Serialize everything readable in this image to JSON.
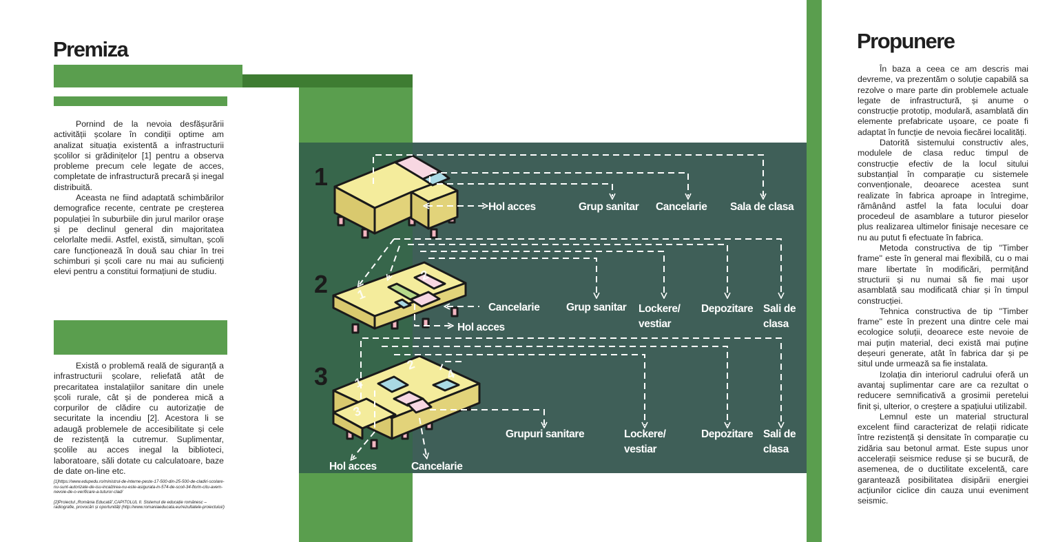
{
  "left": {
    "title": "Premiza",
    "paragraphs_1": [
      "Pornind de la nevoia desfășurării activității școlare în condiții optime am analizat situația existentă a infrastructurii școlilor si grădinițelor [1] pentru a observa probleme precum cele legate de acces, completate de infrastructură precară și inegal distribuită.",
      "Aceasta ne fiind adaptată schimbărilor demografice recente, centrate pe creșterea populației în suburbiile din jurul marilor orașe și pe declinul general din majoritatea celorlalte medii. Astfel, există, simultan, școli care funcționează în două sau chiar în trei schimburi și școli care nu mai au suficienți elevi pentru a constitui formațiuni de studiu."
    ],
    "paragraphs_2": [
      "Există o problemă reală de siguranță a infrastructurii școlare, reliefată atât de precaritatea instalațiilor sanitare din unele școli rurale, cât și de ponderea mică a corpurilor de clădire cu autorizație de securitate la incendiu [2]. Acestora li se adaugă problemele de accesibilitate și cele de rezistență la cutremur. Suplimentar, școlile au acces inegal la biblioteci, laboratoare, săli dotate cu calculatoare, baze de date on-line etc."
    ],
    "footnotes": [
      "[1]https://www.edupedu.ro/ministrul-de-interne-peste-17-500-din-25-500-de-cladiri-scolare-nu-sunt-autorizate-de-isu-incalzirea-nu-este-asigurata-in-574-de-scoli-34-florin-citu-avem-nevoie-de-o-verificare-a-tuturor-clad/",
      "[2]Proiectul „România Educată”,CAPITOLUL II. Sistemul de educație românesc – radiografie, provocări și oportunități (http://www.romaniaeducata.eu/rezultatele-proiectului/)"
    ]
  },
  "right": {
    "title": "Propunere",
    "paragraphs": [
      "În baza a ceea ce am descris mai devreme, va prezentăm o soluție capabilă sa rezolve o mare parte din problemele actuale legate de infrastructură, și anume o construcție prototip, modulară, asamblată din elemente prefabricate ușoare, ce poate fi adaptat în funcție de nevoia fiecărei localități.",
      "Datorită sistemului constructiv ales, modulele de clasa reduc timpul de construcție efectiv de la locul sitului substanțial în comparație cu sistemele convenționale, deoarece acestea sunt realizate în fabrica aproape in întregime, rămânând astfel la fata locului doar procedeul de asamblare a tuturor pieselor plus realizarea ultimelor finisaje necesare ce nu au putut fi efectuate în fabrica.",
      "Metoda constructiva de tip ''Timber frame'' este în general mai flexibilă, cu o mai mare libertate în modificări, permițând structurii și nu numai să fie mai ușor asamblată sau modificată chiar și în timpul construcției.",
      "Tehnica constructiva de tip ''Timber frame'' este în prezent una dintre cele mai ecologice soluții, deoarece este nevoie de mai puțin material, deci există mai puține deșeuri generate, atât în fabrica dar și pe situl unde urmează sa fie instalata.",
      "Izolația din interiorul cadrului oferă un avantaj suplimentar care are ca rezultat o reducere semnificativă a grosimii peretelui finit și, ulterior, o creștere a spațiului utilizabil.",
      "Lemnul este un material structural excelent fiind caracterizat de relații ridicate între rezistență și densitate în comparație cu zidăria sau betonul armat. Este supus unor accelerații seismice reduse și se bucură, de asemenea, de o ductilitate excelentă, care garantează posibilitatea disipării energiei acțiunilor ciclice din cauza unui eveniment seismic."
    ]
  },
  "diagram": {
    "rows": [
      {
        "number": "1",
        "labels": [
          "Hol acces",
          "Grup sanitar",
          "Cancelarie",
          "Sala de clasa"
        ],
        "module_numbers": []
      },
      {
        "number": "2",
        "labels": [
          "Cancelarie",
          "Hol acces",
          "Grup sanitar",
          "Lockere/",
          "vestiar",
          "Depozitare",
          "Sali de",
          "clasa"
        ],
        "module_numbers": [
          "1",
          "2"
        ]
      },
      {
        "number": "3",
        "labels": [
          "Grupuri sanitare",
          "Lockere/",
          "vestiar",
          "Depozitare",
          "Sali de",
          "clasa",
          "Hol acces",
          "Cancelarie"
        ],
        "module_numbers": [
          "1",
          "2",
          "3",
          "4"
        ]
      }
    ]
  },
  "colors": {
    "green": "#5a9e4e",
    "dark_teal": "#3f5f58",
    "module_yellow": "#efe28a",
    "module_pink": "#f7d7e2",
    "module_blue": "#a9d9e4",
    "module_leg": "#f4b6c2"
  }
}
